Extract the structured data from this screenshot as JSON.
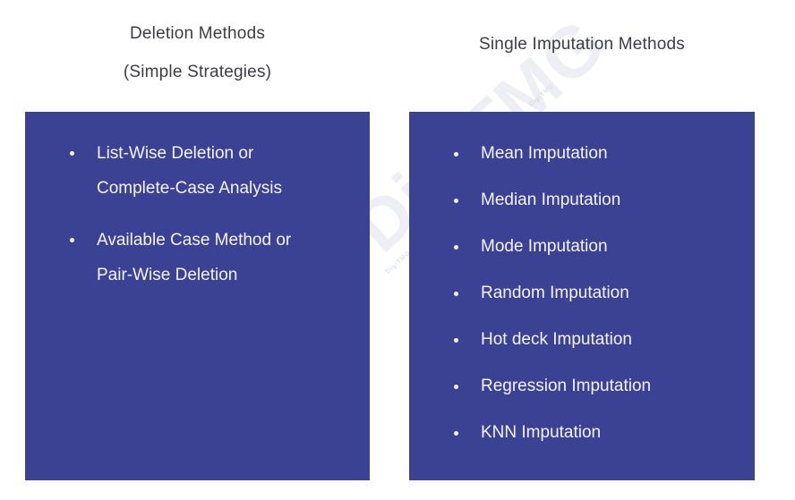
{
  "colors": {
    "background": "#ffffff",
    "panel": "#3c4293",
    "panel_text": "#f3f3f6",
    "title_text": "#3d3d42",
    "watermark": "#edeff4",
    "watermark_small": "#ccd1d9"
  },
  "left_panel": {
    "title_line1": "Deletion Methods",
    "title_line2": "(Simple Strategies)",
    "items": [
      {
        "lines": [
          "List-Wise Deletion or",
          "Complete-Case Analysis"
        ]
      },
      {
        "lines": [
          "Available Case Method or",
          "Pair-Wise Deletion"
        ]
      }
    ]
  },
  "right_panel": {
    "title": "Single Imputation Methods",
    "items": [
      "Mean Imputation",
      "Median Imputation",
      "Mode Imputation",
      "Random Imputation",
      "Hot deck Imputation",
      "Regression Imputation",
      "KNN Imputation"
    ]
  },
  "watermark": {
    "large_text": "DigiTMG",
    "fragments": [
      "DigiTMG",
      "DigiTMG"
    ]
  }
}
